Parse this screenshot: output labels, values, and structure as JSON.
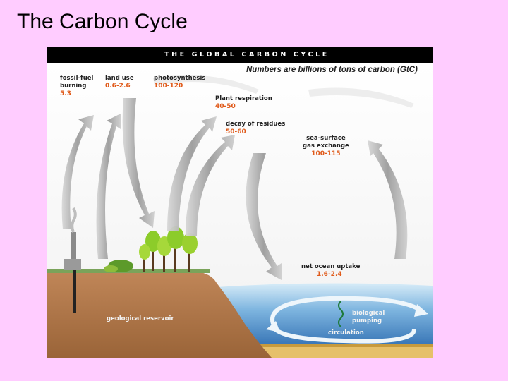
{
  "slide": {
    "title": "The Carbon Cycle"
  },
  "diagram": {
    "banner": "THE GLOBAL CARBON CYCLE",
    "subtitle": "Numbers are billions of tons of carbon (GtC)",
    "labels": {
      "fossil_fuel": {
        "name": "fossil-fuel burning",
        "line1": "fossil-fuel",
        "line2": "burning",
        "value": "5.3"
      },
      "land_use": {
        "name": "land use",
        "value": "0.6-2.6"
      },
      "photosynthesis": {
        "name": "photosynthesis",
        "value": "100-120"
      },
      "plant_respiration": {
        "name": "Plant respiration",
        "value": "40-50"
      },
      "decay": {
        "name": "decay of residues",
        "value": "50-60"
      },
      "sea_surface": {
        "line1": "sea-surface",
        "line2": "gas exchange",
        "value": "100-115"
      },
      "ocean_uptake": {
        "name": "net ocean uptake",
        "value": "1.6-2.4"
      },
      "geological": {
        "name": "geological reservoir"
      },
      "bio_pumping": {
        "line1": "biological",
        "line2": "pumping"
      },
      "circulation": {
        "name": "circulation"
      }
    },
    "colors": {
      "arrow": "#a9a9a9",
      "soil": "#b0784a",
      "ocean": "#2f6fb5",
      "value": "#e05a1a",
      "tree": "#8ccc2a"
    }
  }
}
